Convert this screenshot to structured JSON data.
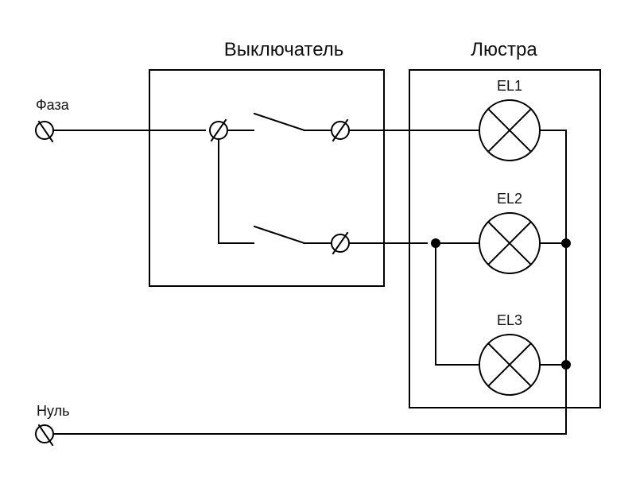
{
  "diagram": {
    "type": "wiring-schematic",
    "description": "Chandelier connection via two-key switch",
    "labels": {
      "switch_block": "Выключатель",
      "chandelier_block": "Люстра",
      "phase": "Фаза",
      "neutral": "Нуль"
    },
    "lamps": [
      {
        "id": "EL1",
        "group": "key-1"
      },
      {
        "id": "EL2",
        "group": "key-2"
      },
      {
        "id": "EL3",
        "group": "key-2"
      }
    ],
    "switches": [
      {
        "id": "key-1",
        "state": "open",
        "feeds": [
          "EL1"
        ]
      },
      {
        "id": "key-2",
        "state": "open",
        "feeds": [
          "EL2",
          "EL3"
        ]
      }
    ],
    "terminals": [
      "phase-input",
      "switch-common",
      "switch-out-1",
      "switch-out-2",
      "neutral-input"
    ],
    "junctions": [
      "EL2-EL3-input",
      "EL2-neutral",
      "EL3-neutral"
    ],
    "colors": {
      "line": "#000000",
      "background": "#ffffff"
    }
  }
}
